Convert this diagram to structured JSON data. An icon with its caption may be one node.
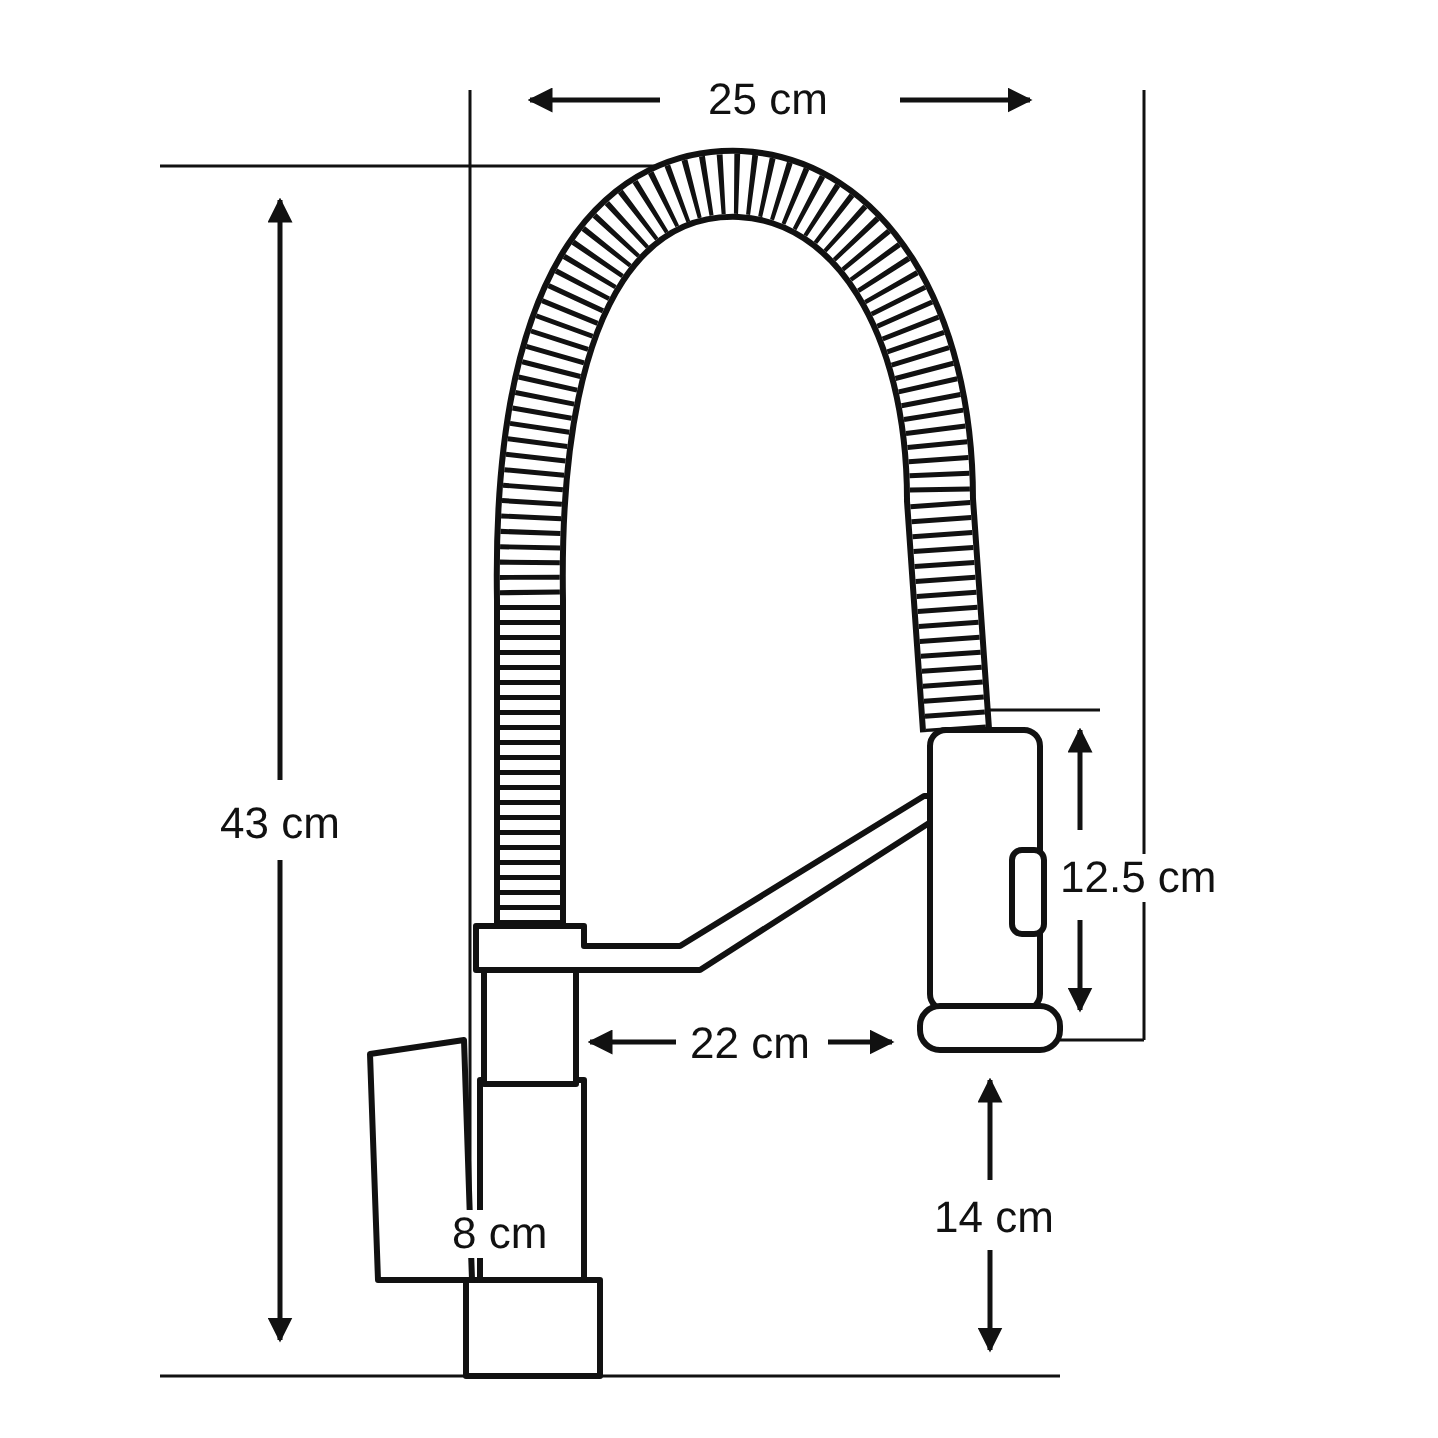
{
  "diagram": {
    "labels": [
      "25 cm",
      "43 cm",
      "12.5 cm",
      "22 cm",
      "14 cm",
      "8 cm"
    ]
  }
}
